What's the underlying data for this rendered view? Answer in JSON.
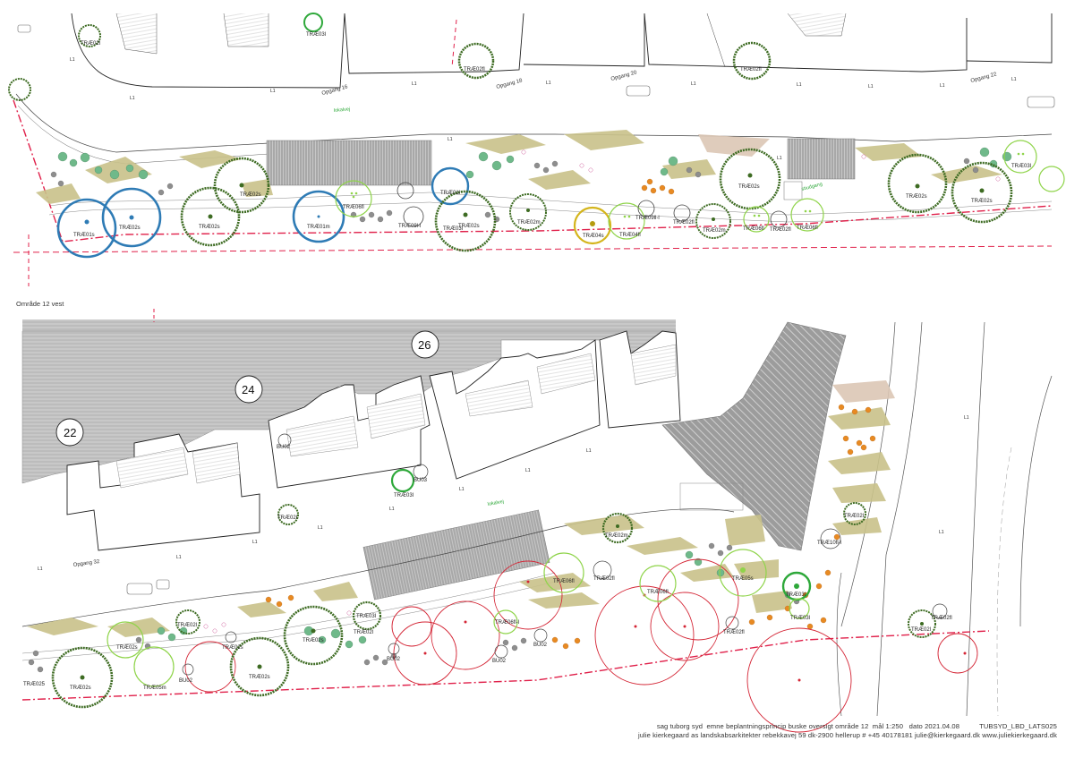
{
  "plan": {
    "area_label": "Område 12 vest",
    "title_line1_left": "sag tuborg syd  emne beplantningsprincip buske oversigt område 12  mål 1:250   dato 2021.04.08",
    "title_code": "TUBSYD_LBD_LATS025",
    "title_line2": "julie kierkegaard as  landskabsarkitekter  rebekkavej 59  dk-2900 hellerup  # +45 40178181  julie@kierkegaard.dk  www.juliekierkegaard.dk",
    "house_numbers": [
      "22",
      "24",
      "26"
    ],
    "streets": [
      "Opgang 18",
      "Opgang 20",
      "Opgang 22",
      "Opgang 32",
      "Opgang 16"
    ],
    "lokalvej": "lokalvej",
    "stiudgang": "stiudgang",
    "light_label": "L1",
    "colors": {
      "tree_dark": "#3d6b22",
      "tree_blue": "#2e7bb5",
      "tree_light": "#8fd44a",
      "tree_red": "#d42535",
      "tree_yellow": "#d4b51c",
      "boundary": "#e0204a",
      "grass": "#c9c28a",
      "shrub_green": "#6fb98a",
      "shrub_grey": "#8e8e8e",
      "shrub_orange": "#e88a22"
    },
    "top_trees": [
      {
        "label": "TRÆ02l"
      },
      {
        "label": "TRÆ03l"
      },
      {
        "label": "TRÆ02fl"
      },
      {
        "label": "TRÆ02fl"
      },
      {
        "label": "TRÆ01s"
      },
      {
        "label": "TRÆ02s"
      },
      {
        "label": "TRÆ02s"
      },
      {
        "label": "TRÆ02s"
      },
      {
        "label": "TRÆ01m"
      },
      {
        "label": "TRÆ06fl"
      },
      {
        "label": "TRÆ09l-l"
      },
      {
        "label": "TRÆ01l"
      },
      {
        "label": "TRÆ03l"
      },
      {
        "label": "TRÆ02s"
      },
      {
        "label": "TRÆ02m"
      },
      {
        "label": "TRÆ04s"
      },
      {
        "label": "TRÆ04fl"
      },
      {
        "label": "TRÆ09ll-l"
      },
      {
        "label": "TRÆ02fl"
      },
      {
        "label": "TRÆ02m"
      },
      {
        "label": "TRÆ06fl"
      },
      {
        "label": "TRÆ02fl"
      },
      {
        "label": "TRÆ06fl"
      },
      {
        "label": "TRÆ02s"
      },
      {
        "label": "TRÆ02s"
      },
      {
        "label": "TRÆ02s"
      },
      {
        "label": "TRÆ03l"
      }
    ],
    "bottom_trees": [
      {
        "label": "BU02"
      },
      {
        "label": "TRÆ03l"
      },
      {
        "label": "BU03"
      },
      {
        "label": "TRÆ02l"
      },
      {
        "label": "TRÆ02m"
      },
      {
        "label": "TRÆ02l"
      },
      {
        "label": "TRÆ10fl-l"
      },
      {
        "label": "TRÆ06fl"
      },
      {
        "label": "TRÆ02fl"
      },
      {
        "label": "TRÆ06fl"
      },
      {
        "label": "TRÆ05s"
      },
      {
        "label": "TRÆ03l"
      },
      {
        "label": "TRÆ02l"
      },
      {
        "label": "TRÆ02fl"
      },
      {
        "label": "TRÆ02s"
      },
      {
        "label": "TRÆ03l"
      },
      {
        "label": "TRÆ02s"
      },
      {
        "label": "BU02"
      },
      {
        "label": "TRÆ02s"
      },
      {
        "label": "TRÆ02l"
      },
      {
        "label": "TRÆ05m"
      },
      {
        "label": "TRÆ02s"
      },
      {
        "label": "TRÆ02s"
      },
      {
        "label": "BU02"
      },
      {
        "label": "TRÆ06fl-l"
      },
      {
        "label": "BU02"
      },
      {
        "label": "BU02"
      },
      {
        "label": "TRÆ02fl"
      },
      {
        "label": "TRÆ025"
      },
      {
        "label": "TRÆ02l"
      },
      {
        "label": "TRÆ03l"
      }
    ]
  }
}
